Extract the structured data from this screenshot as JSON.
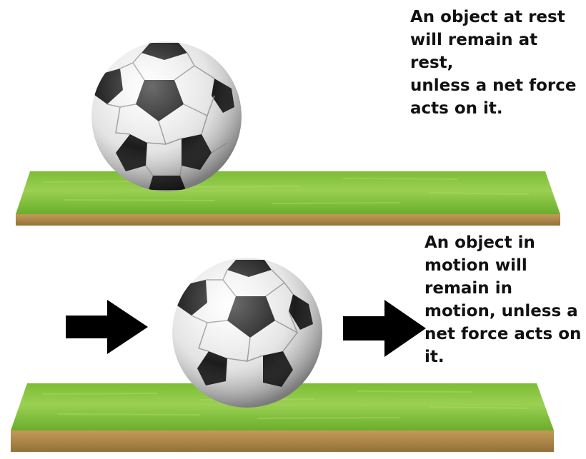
{
  "panels": [
    {
      "id": "rest",
      "caption": [
        "An object at rest",
        "will remain at rest,",
        "unless a net force",
        "acts on it."
      ]
    },
    {
      "id": "motion",
      "caption": [
        "An object in",
        "motion will",
        "remain in",
        "motion, unless a",
        "net force acts on",
        "it."
      ]
    }
  ],
  "icons": [
    "soccer-ball-icon",
    "grass-platform",
    "right-arrow-icon"
  ],
  "colors": {
    "grass_light": "#8fcc45",
    "grass_dark": "#5e9a2a",
    "platform_edge": "#b08a4c",
    "arrow": "#000000",
    "ball_patch": "#1c1c1c",
    "ball_panel": "#f2f2f2",
    "text": "#111111"
  }
}
